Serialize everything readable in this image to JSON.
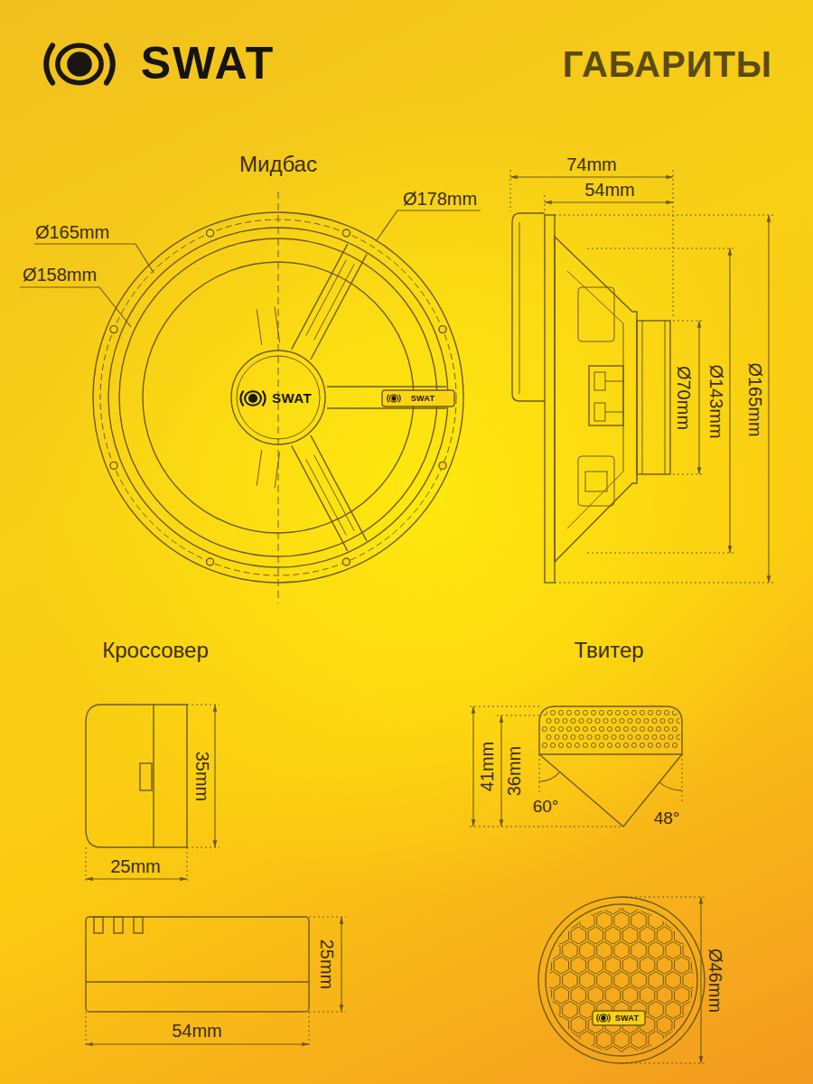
{
  "diagram": {
    "title": "ГАБАРИТЫ",
    "labels": [
      "SWAT",
      "Мидбас",
      "Ø178mm",
      "Ø165mm",
      "Ø158mm",
      "SWAT",
      "SWAT",
      "74mm",
      "54mm",
      "Ø70mm",
      "Ø143mm",
      "Ø165mm",
      "Кроссовер",
      "Твитер",
      "35mm",
      "25mm",
      "41mm",
      "36mm",
      "60°",
      "48°",
      "25mm",
      "54mm",
      "Ø46mm",
      "SWAT"
    ]
  }
}
